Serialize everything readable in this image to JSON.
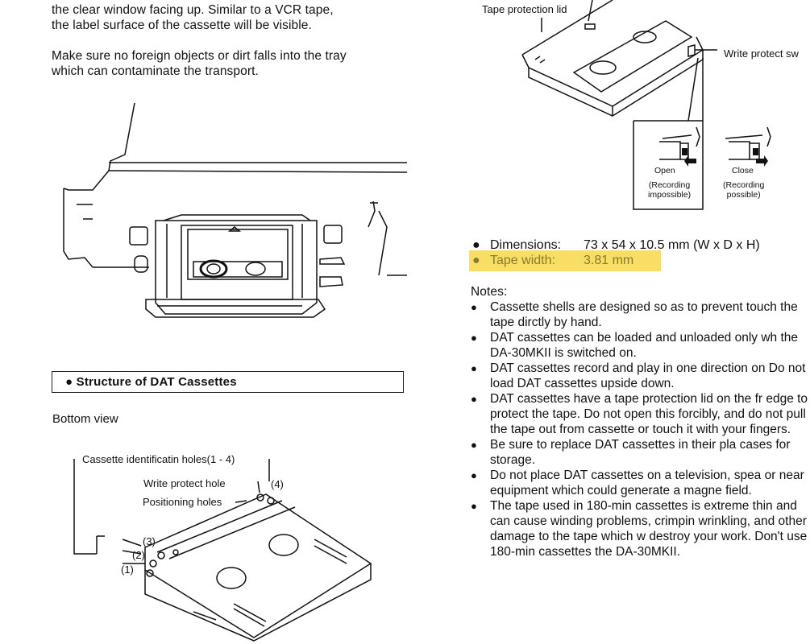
{
  "intro": {
    "line1": "the clear window facing up. Similar to a VCR tape,",
    "line2": "the label surface of the cassette will be visible.",
    "warning1": "Make sure no foreign objects or dirt falls into the tray",
    "warning2": "which can contaminate the transport."
  },
  "section": {
    "title": "Structure of DAT Cassettes",
    "bottom_view": "Bottom view"
  },
  "bottom_labels": {
    "id_holes": "Cassette identificatin holes(1 - 4)",
    "write_protect_hole": "Write protect hole",
    "n4": "(4)",
    "positioning_holes": "Positioning holes",
    "n3": "(3)",
    "n2": "(2)",
    "n1": "(1)"
  },
  "top_labels": {
    "tape_protection_lid": "Tape protection lid",
    "write_protect": "Write protect sw",
    "open": "Open",
    "close": "Close",
    "recording_impossible": "(Recording\nimpossible)",
    "recording_possible": "(Recording\npossible)"
  },
  "specs": {
    "dimensions_label": "Dimensions:",
    "dimensions_value": "73 x 54 x 10.5 mm (W x D x H)",
    "tape_width_label": "Tape width:",
    "tape_width_value": "3.81 mm"
  },
  "notes": {
    "heading": "Notes:",
    "items": [
      "Cassette shells are designed so as to prevent touch the tape dirctly by hand.",
      "DAT cassettes can be loaded and unloaded only wh the DA-30MKII is switched on.",
      "DAT cassettes record and play in one direction on Do not load DAT cassettes upside down.",
      "DAT cassettes have a tape protection lid on the fr edge to protect the tape. Do not open this forcibly, and do not pull the tape out from cassette or touch it with your fingers.",
      "Be sure to replace DAT cassettes in their pla cases for storage.",
      "Do not place DAT cassettes on a television, spea or near equipment which could generate a magne field.",
      "The tape used in 180-min cassettes is extreme thin and can cause winding problems, crimpin wrinkling, and other damage to the tape which w destroy your work. Don't use 180-min cassettes the DA-30MKII."
    ]
  },
  "colors": {
    "highlight": "#f8d84a",
    "ink": "#111111"
  }
}
